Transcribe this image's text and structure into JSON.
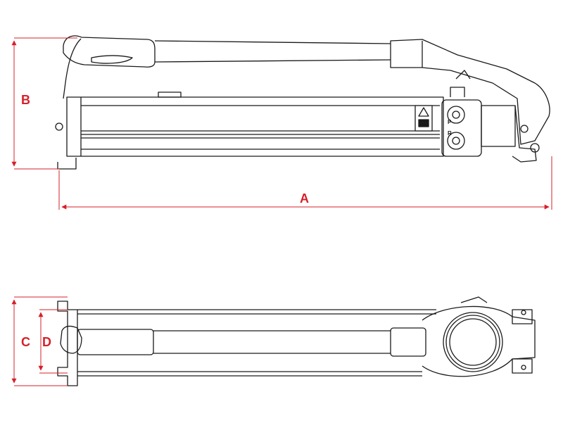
{
  "colors": {
    "dimension": "#d6202a",
    "outline": "#1a1a1a",
    "background": "#ffffff"
  },
  "dimensions": {
    "A": "A",
    "B": "B",
    "C": "C",
    "D": "D"
  },
  "port_labels": {
    "pressure": "P",
    "return": "R"
  }
}
